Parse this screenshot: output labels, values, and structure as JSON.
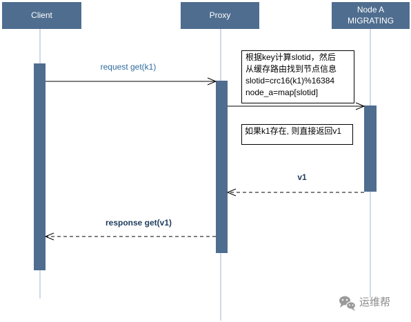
{
  "participants": {
    "client": {
      "label": "Client"
    },
    "proxy": {
      "label": "Proxy"
    },
    "node_a": {
      "label_line1": "Node A",
      "label_line2": "MIGRATING"
    }
  },
  "messages": {
    "request": {
      "label": "request get(k1)",
      "style": "solid"
    },
    "forward": {
      "style": "solid"
    },
    "reply_v1": {
      "label": "v1",
      "style": "dashed"
    },
    "response": {
      "label": "response get(v1)",
      "style": "dashed"
    }
  },
  "notes": {
    "routing": {
      "lines": [
        "根据key计算slotid，然后",
        "从缓存路由找到节点信息",
        "slotid=crc16(k1)%16384",
        "node_a=map[slotid]"
      ]
    },
    "direct_return": {
      "lines": [
        "如果k1存在, 则直接返回v1"
      ]
    }
  },
  "watermark": {
    "icon": "wechat-icon",
    "text": "运维帮"
  },
  "colors": {
    "participant_fill": "#4f6d8f",
    "activation_fill": "#4f6d8f",
    "lifeline": "#9db6cf",
    "request_label": "#2f6a9e",
    "reply_label": "#1d3b5c",
    "watermark": "#8a8a8a"
  }
}
